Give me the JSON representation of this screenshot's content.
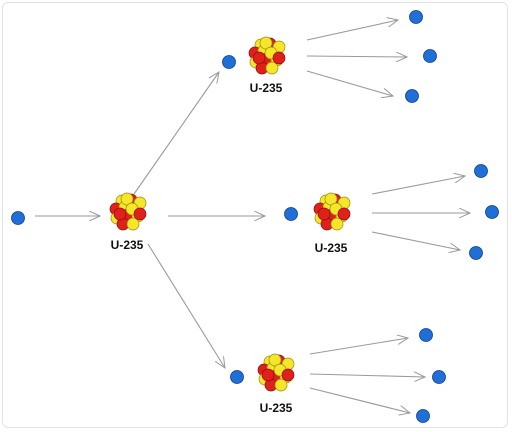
{
  "nucleus_label": "U-235",
  "colors": {
    "neutron": "#1f6fd6",
    "neutron_stroke": "#0d3f8a",
    "proton": "#e0201a",
    "proton_stroke": "#8a0d0d",
    "yellow_nucleon": "#f5e62a",
    "yellow_stroke": "#9a8a10",
    "arrow": "#9a9a9a",
    "background": "#ffffff"
  },
  "nuclei": [
    {
      "id": "initial",
      "label": "U-235"
    },
    {
      "id": "top",
      "label": "U-235"
    },
    {
      "id": "middle",
      "label": "U-235"
    },
    {
      "id": "bottom",
      "label": "U-235"
    }
  ]
}
